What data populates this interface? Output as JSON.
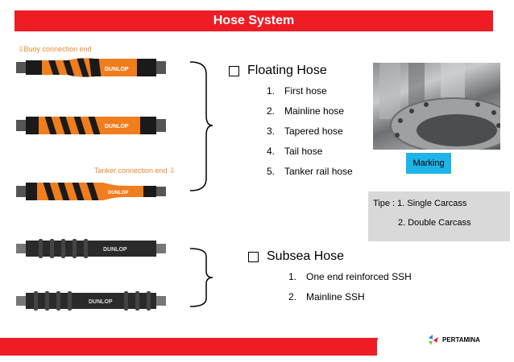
{
  "title": "Hose System",
  "labels": {
    "buoy": "⇩Buoy connection end",
    "tanker": "Tanker connection end ⇩"
  },
  "floating": {
    "heading": "Floating Hose",
    "items": [
      {
        "num": "1.",
        "text": "First hose"
      },
      {
        "num": "2.",
        "text": "Mainline hose"
      },
      {
        "num": "3.",
        "text": "Tapered hose"
      },
      {
        "num": "4.",
        "text": "Tail hose"
      },
      {
        "num": "5.",
        "text": "Tanker rail hose"
      }
    ]
  },
  "subsea": {
    "heading": "Subsea Hose",
    "items": [
      {
        "num": "1.",
        "text": "One end reinforced SSH"
      },
      {
        "num": "2.",
        "text": "Mainline SSH"
      }
    ]
  },
  "marking": "Marking",
  "tipe": {
    "line1": "Tipe : 1. Single Carcass",
    "line2": "2. Double Carcass"
  },
  "brands": {
    "hose": "DUNLOP",
    "logo": "PERTAMINA"
  },
  "colors": {
    "accent": "#ee1c25",
    "hose_orange": "#f07d1e",
    "marking_bg": "#1eb4e8"
  }
}
